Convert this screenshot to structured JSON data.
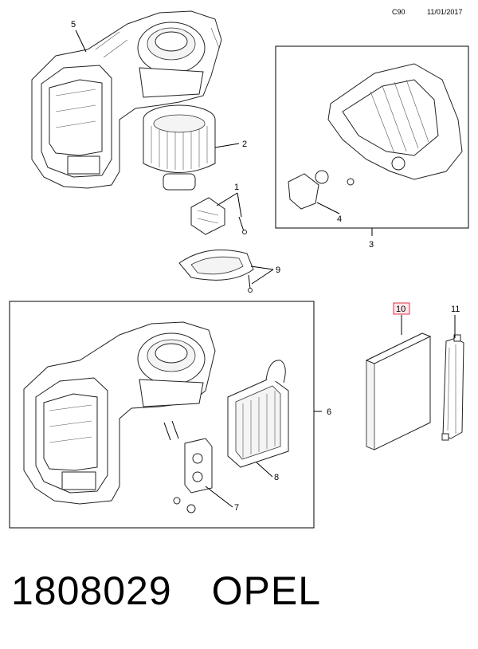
{
  "header": {
    "code": "C90",
    "date": "11/01/2017"
  },
  "callouts": {
    "c1": "1",
    "c2": "2",
    "c3": "3",
    "c4": "4",
    "c5": "5",
    "c6": "6",
    "c7": "7",
    "c8": "8",
    "c9": "9",
    "c10": "10",
    "c11": "11"
  },
  "highlight_color": "#e0324b",
  "footer": {
    "part_number": "1808029",
    "brand": "OPEL"
  }
}
